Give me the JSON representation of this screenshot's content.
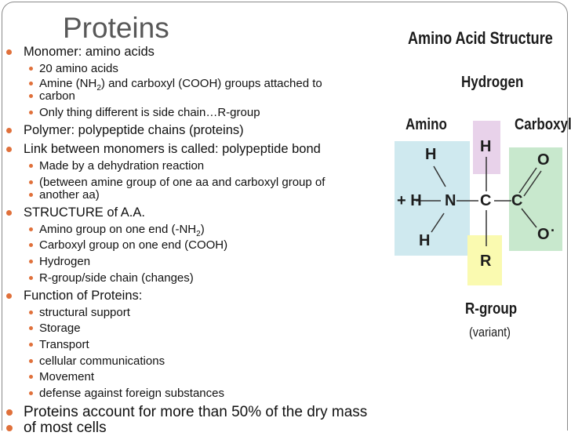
{
  "slide": {
    "title": "Proteins",
    "bullets": {
      "monomer": "Monomer: amino acids",
      "aa20": "20 amino acids",
      "amine_pre": "Amine (NH",
      "amine_sub": "2",
      "amine_post": ") and carboxyl (COOH) groups attached to",
      "amine_cont": "carbon",
      "only": "Only thing different is side chain…R-group",
      "polymer": "Polymer: polypeptide chains (proteins)",
      "link": "Link between monomers is called: polypeptide bond",
      "dehydration": "Made by a dehydration reaction",
      "between": "(between amine group of one aa and carboxyl group of",
      "between_cont": "another aa)",
      "structure": "STRUCTURE of A.A.",
      "amino_pre": "Amino group on one end (-NH",
      "amino_sub": "2",
      "amino_post": ")",
      "carboxyl": "Carboxyl  group on one end (COOH)",
      "hydrogen": "Hydrogen",
      "rgroup": "R-group/side chain (changes)",
      "function": "Function of Proteins:",
      "f1": "structural support",
      "f2": "Storage",
      "f3": "Transport",
      "f4": "cellular communications",
      "f5": "Movement",
      "f6": "defense against foreign substances",
      "account": "Proteins account for more than 50% of the dry mass",
      "account_cont": "of most cells"
    }
  },
  "diagram": {
    "title": "Amino Acid Structure",
    "labels": {
      "hydrogen": "Hydrogen",
      "amino": "Amino",
      "carboxyl": "Carboxyl",
      "rgroup": "R-group",
      "variant": "(variant)"
    },
    "atoms": {
      "h_top": "H",
      "h_amino_top": "H",
      "plus_h": "+ H",
      "n": "N",
      "c_center": "C",
      "c_carboxyl": "C",
      "o_top": "O",
      "o_minus": "O",
      "dot": "·",
      "h_amino_bottom": "H",
      "r": "R"
    },
    "colors": {
      "amino_box": "#cfe9ef",
      "hydrogen_box": "#e8d2ea",
      "carboxyl_box": "#c8e8cd",
      "rgroup_box": "#fafab0",
      "bullet": "#e0703a"
    }
  }
}
